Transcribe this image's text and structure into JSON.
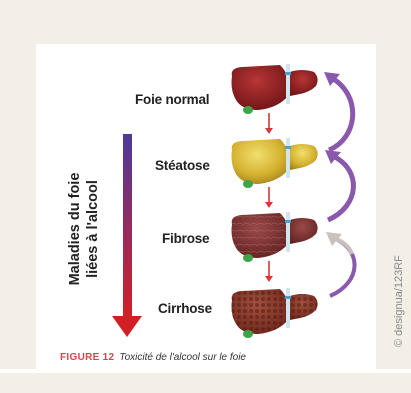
{
  "stages": [
    {
      "label": "Foie normal"
    },
    {
      "label": "Stéatose"
    },
    {
      "label": "Fibrose"
    },
    {
      "label": "Cirrhose"
    }
  ],
  "axis_title_line1": "Maladies du foie",
  "axis_title_line2": "liées à l'alcool",
  "caption": {
    "number": "FIGURE 12",
    "text": "Toxicité de l'alcool sur le foie"
  },
  "credit": "© designua/123RF",
  "colors": {
    "background": "#f3efe6",
    "gradient_top": "#4a3a9a",
    "gradient_bottom": "#d21f26",
    "caption_accent": "#d0484e",
    "arrow_curve": "#8a58ad",
    "arrow_curve_light": "#c9c1bc",
    "down_arrow": "#d33a3a",
    "liver_normal": "#8f1e20",
    "liver_steatosis": "#d6b72e",
    "liver_fibrosis": "#7e2f2e",
    "liver_cirrhosis": "#8a3a2c"
  },
  "icons": [
    "liver-normal-icon",
    "liver-steatosis-icon",
    "liver-fibrosis-icon",
    "liver-cirrhosis-icon",
    "curved-arrow-icon",
    "down-arrow-icon"
  ]
}
